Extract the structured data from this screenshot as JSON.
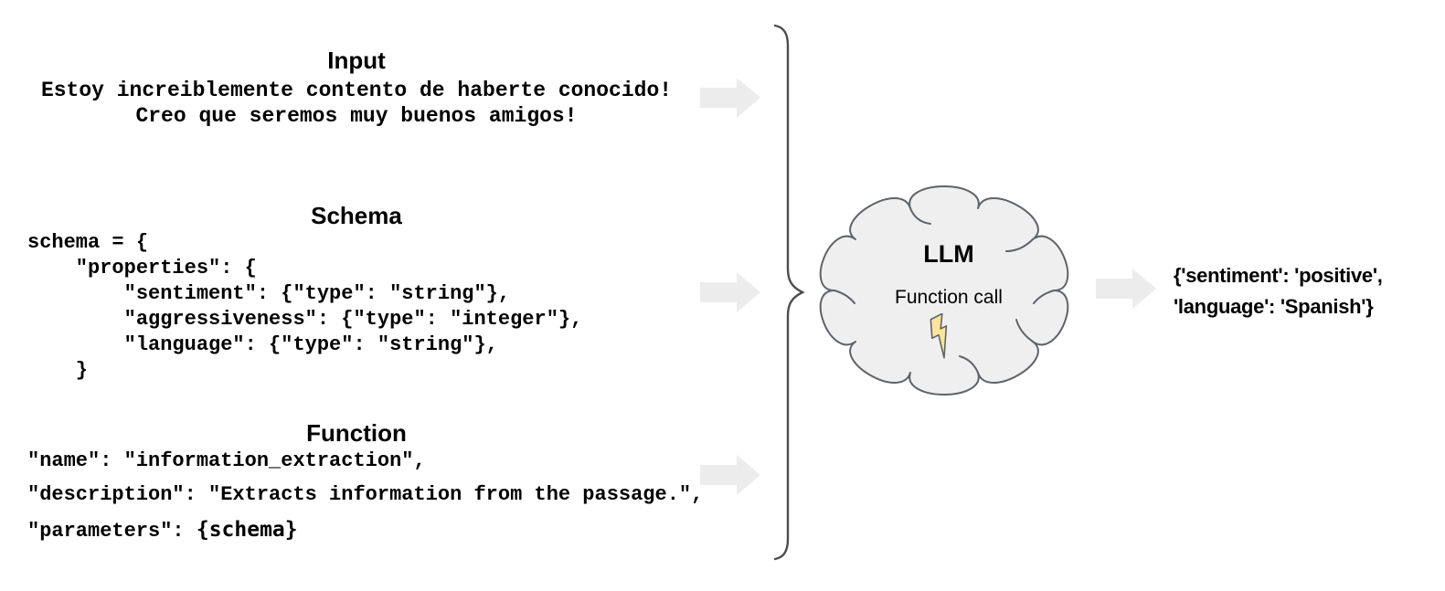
{
  "colors": {
    "arrow": "#ececec",
    "cloud_fill": "#efefef",
    "cloud_stroke": "#5f6368",
    "brace": "#4d4d4d",
    "bolt_fill": "#ffe599",
    "bolt_stroke": "#5f6368",
    "text": "#000000"
  },
  "sections": {
    "input": {
      "title": "Input",
      "lines": [
        "Estoy increiblemente contento de haberte conocido!",
        "Creo que seremos muy buenos amigos!"
      ]
    },
    "schema": {
      "title": "Schema",
      "code_lines": [
        "schema = {",
        "    \"properties\": {",
        "        \"sentiment\": {\"type\": \"string\"},",
        "        \"aggressiveness\": {\"type\": \"integer\"},",
        "        \"language\": {\"type\": \"string\"},",
        "    }"
      ]
    },
    "function": {
      "title": "Function",
      "code_line_1": "\"name\": \"information_extraction\",",
      "code_line_2": "\"description\": \"Extracts information from the passage.\",",
      "code_line_3_prefix": "\"parameters\": ",
      "code_line_3_value": "{schema}"
    }
  },
  "llm_cloud": {
    "title": "LLM",
    "subtitle": "Function call",
    "icon": "lightning-bolt-icon"
  },
  "output": {
    "line_1": "{'sentiment': 'positive',",
    "line_2": "'language': 'Spanish'}"
  }
}
